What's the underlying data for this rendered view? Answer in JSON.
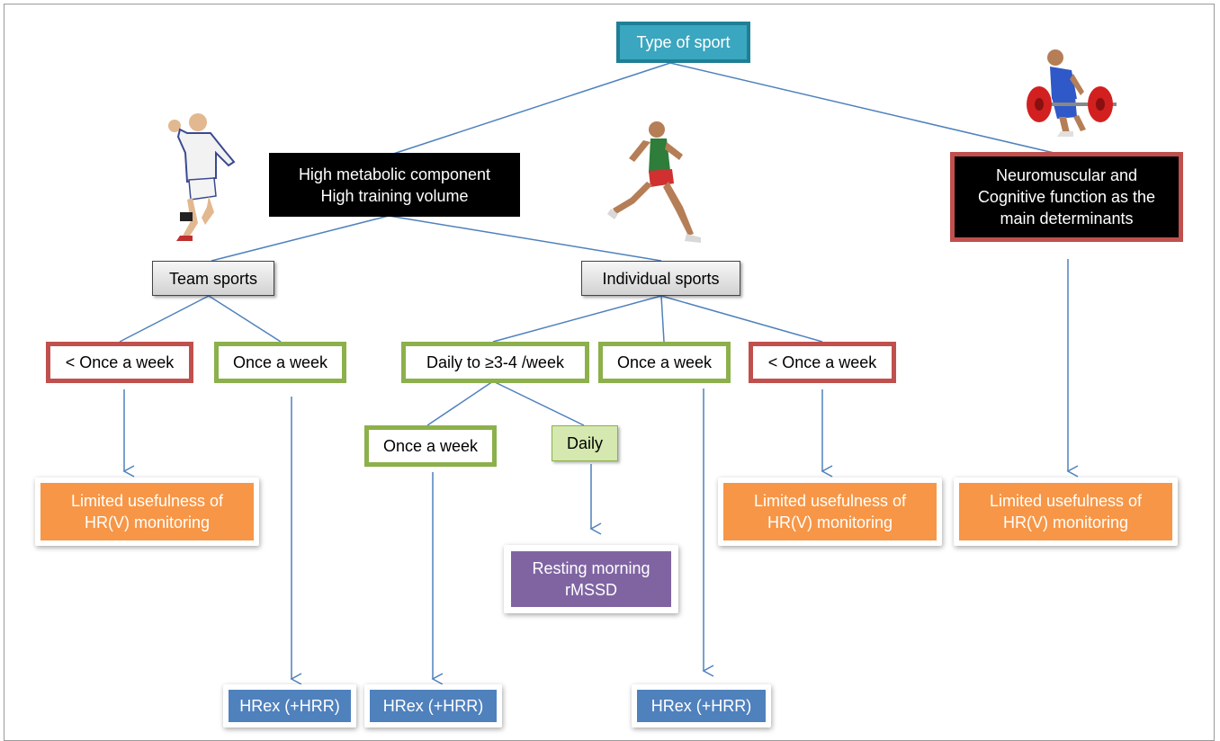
{
  "nodes": {
    "root": "Type of sport",
    "metabolic": [
      "High metabolic component",
      "High training volume"
    ],
    "neuro": [
      "Neuromuscular and",
      "Cognitive function as the",
      "main determinants"
    ],
    "team": "Team sports",
    "individual": "Individual sports",
    "team_less_once": "< Once a week",
    "team_once": "Once a week",
    "ind_daily_3_4": "Daily to ≥3-4 /week",
    "ind_once": "Once a week",
    "ind_less_once": "< Once a week",
    "sub_once": "Once a week",
    "sub_daily": "Daily",
    "limited_1": [
      "Limited usefulness of",
      "HR(V) monitoring"
    ],
    "limited_2": [
      "Limited usefulness of",
      "HR(V) monitoring"
    ],
    "limited_3": [
      "Limited usefulness of",
      "HR(V) monitoring"
    ],
    "resting": [
      "Resting morning",
      "rMSSD"
    ],
    "hrex_1": "HRex (+HRR)",
    "hrex_2": "HRex (+HRR)",
    "hrex_3": "HRex (+HRR)"
  },
  "colors": {
    "teal": "#3aa6bf",
    "green_border": "#8cb04b",
    "red_border": "#c0504d",
    "orange": "#f79646",
    "purple": "#8064a2",
    "blue": "#4f81bd",
    "connector": "#4f81bd"
  },
  "icons": [
    "handball-player-icon",
    "runner-icon",
    "weightlifter-icon"
  ]
}
